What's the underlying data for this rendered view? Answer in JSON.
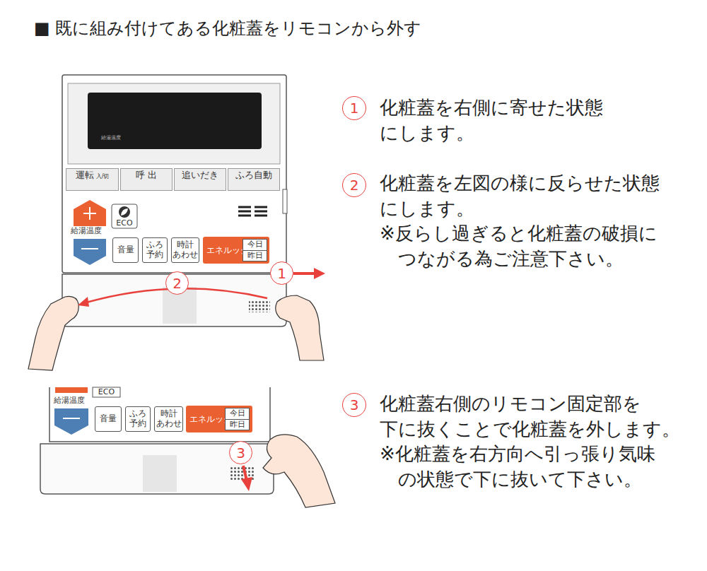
{
  "diagram": {
    "title": "■ 既に組み付けてある化粧蓋をリモコンから外す",
    "nodes": [
      {
        "text": [
          "運転",
          "入/切"
        ]
      },
      {
        "text": [
          "呼 出"
        ]
      },
      {
        "text": [
          "追いだき"
        ]
      },
      {
        "text": [
          "ふろ自動"
        ]
      },
      {
        "text": [
          "ECO"
        ]
      },
      {
        "text": [
          "音量"
        ]
      },
      {
        "text": [
          "ふろ 予約"
        ]
      },
      {
        "text": [
          "時計 あわせ"
        ]
      },
      {
        "text": [
          "エネルック"
        ]
      },
      {
        "text": [
          "今日",
          "昨日"
        ],
        "in": 8
      },
      {
        "text": [
          "1"
        ]
      },
      {
        "text": [
          "2"
        ]
      },
      {
        "text": [
          "ECO"
        ]
      },
      {
        "text": [
          "音量"
        ]
      },
      {
        "text": [
          "ふろ 予約"
        ]
      },
      {
        "text": [
          "時計 あわせ"
        ]
      },
      {
        "text": [
          "エネルック"
        ]
      },
      {
        "text": [
          "今日",
          "昨日"
        ],
        "in": 16
      },
      {
        "text": [
          "3"
        ]
      },
      {
        "text": [
          "1"
        ]
      },
      {
        "text": [
          "2"
        ]
      },
      {
        "text": [
          "3"
        ]
      }
    ],
    "labels": [
      "給湯温度",
      "給湯温度",
      "給湯温度",
      "化粧蓋を右側に寄せた状態 にします。",
      "化粧蓋を左図の様に反らせた状態 にします。",
      "※反らし過ぎると化粧蓋の破損に つながる為ご注意下さい。",
      "化粧蓋右側のリモコン固定部を 下に抜くことで化粧蓋を外します。",
      "※化粧蓋を右方向へ引っ張り気味 の状態で下に抜いて下さい。"
    ]
  }
}
